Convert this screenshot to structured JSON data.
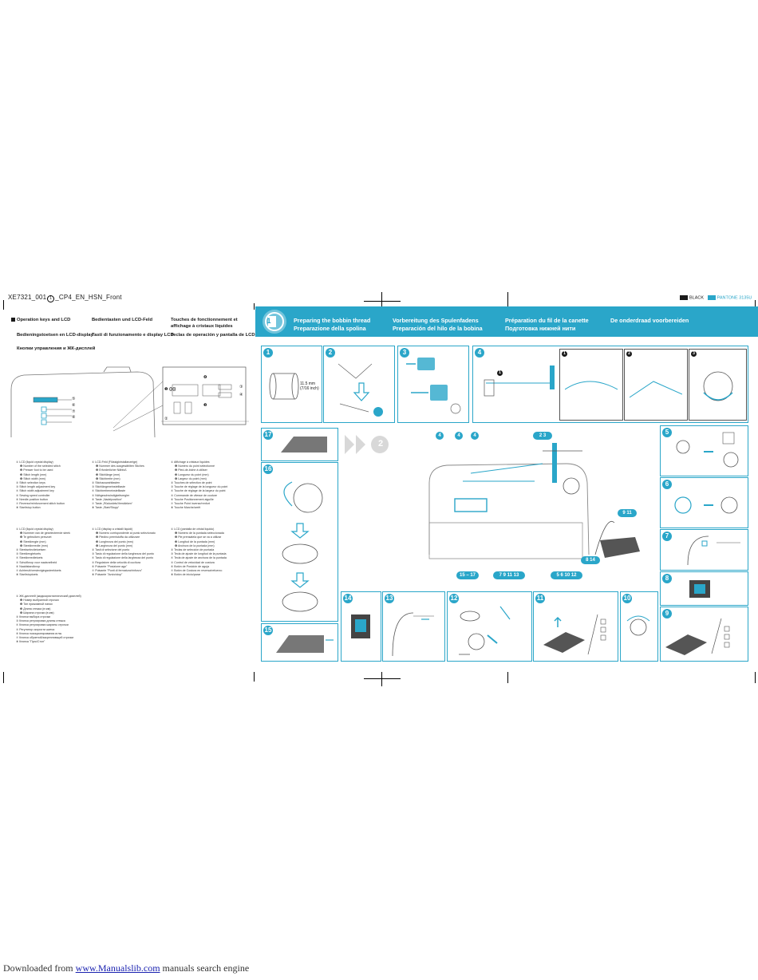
{
  "document": {
    "code": "XE7321_001",
    "code_circle": "1",
    "code_suffix": "_CP4_EN_HSN_Front",
    "color_black": "BLACK",
    "color_pantone": "PANTONE 3135U",
    "accent": "#2aa6c9"
  },
  "left": {
    "headings": {
      "en": "Operation keys and LCD",
      "de": "Bedientasten und LCD-Feld",
      "fr": "Touches de fonctionnement et affichage à cristaux liquides",
      "nl": "Bedieningstoetsen en LCD-display",
      "it": "Tasti di funzionamento e display LCD",
      "es": "Teclas de operación y pantalla de LCD",
      "ru": "Кнопки управления и ЖК-дисплей"
    },
    "lists": {
      "en": [
        "① LCD (liquid crystal display)",
        "❶ Number of the selected stitch",
        "❷ Presser foot to be used",
        "❸ Stitch length (mm)",
        "❹ Stitch width (mm)",
        "② Stitch selection keys",
        "③ Stitch length adjustment key",
        "④ Stitch width adjustment key",
        "⑤ Sewing speed controller",
        "⑥ Needle position button",
        "⑦ Reverse/reinforcement stitch button",
        "⑧ Start/stop button"
      ],
      "de": [
        "① LCD-Feld (Flüssigkristallanzeige)",
        "❶ Nummer des ausgewählten Stiches",
        "❷ Erforderlicher Nähfuß",
        "❸ Stichlänge (mm)",
        "❹ Stichbreite (mm)",
        "② Stichauswahltasten",
        "③ Stichlängeneinstelltaste",
        "④ Stichbreiteneinstelltaste",
        "⑤ Nähgeschwindigkeitsregler",
        "⑥ Taste „Nadelposition“",
        "⑦ Taste „Rückwärts/Verstärken“",
        "⑧ Taste „Start/Stopp“"
      ],
      "fr": [
        "① Affichage à cristaux liquides",
        "❶ Numéro du point sélectionné",
        "❷ Pied-de-biche à utiliser",
        "❸ Longueur du point (mm)",
        "❹ Largeur du point (mm)",
        "② Touches de sélection de point",
        "③ Touche de réglage de la longueur du point",
        "④ Touche de réglage de la largeur du point",
        "⑤ Commande de vitesse de couture",
        "⑥ Touche Positionnement aiguille",
        "⑦ Touche Point inverse/renfort",
        "⑧ Touche Marche/arrêt"
      ],
      "nl": [
        "① LCD (liquid crystal display)",
        "❶ Nummer van de geselecteerde steek",
        "❷ Te gebruiken persvoet",
        "❸ Steeklengte (mm)",
        "❹ Steekbreedte (mm)",
        "② Steekselectietoetsen",
        "③ Steeklengtetoets",
        "④ Steekbreedtetoets",
        "⑤ Schuifknop voor naaisnelheid",
        "⑥ Naaldstandknop",
        "⑦ Achteruit/verstevigingssteektoets",
        "⑧ Start/stoptoets"
      ],
      "it": [
        "① LCD (display a cristalli liquidi)",
        "❶ Numero corrispondente al punto selezionato",
        "❷ Piedino premistoffa da utilizzare",
        "❸ Lunghezza del punto (mm)",
        "❹ Larghezza del punto (mm)",
        "② Tasti di selezione del punto",
        "③ Tasto di regolazione della lunghezza del punto",
        "④ Tasto di regolazione della larghezza del punto",
        "⑤ Regolatore della velocità di cucitura",
        "⑥ Pulsante \"Posizione ago\"",
        "⑦ Pulsante \"Punti di fermatura/rinforzo\"",
        "⑧ Pulsante \"Avvio/stop\""
      ],
      "es": [
        "① LCD (pantalla de cristal líquido)",
        "❶ Número de la puntada seleccionada",
        "❷ Pie prensatela que se va a utilizar",
        "❸ Longitud de la puntada (mm)",
        "❹ Anchura de la puntada (mm)",
        "② Teclas de selección de puntada",
        "③ Tecla de ajuste de longitud de la puntada",
        "④ Tecla de ajuste de anchura de la puntada",
        "⑤ Control de velocidad de costura",
        "⑥ Botón de Posición de aguja",
        "⑦ Botón de Costura en reversa/refuerzo",
        "⑧ Botón de inicio/parar"
      ],
      "ru": [
        "① ЖК-дисплей (жидкокристаллический дисплей)",
        "❶ Номер выбранной строчки",
        "❷ Тип прижимной лапки",
        "❸ Длина стежка (в мм)",
        "❹ Ширина строчки (в мм)",
        "② Кнопки выбора строчки",
        "③ Кнопка регулировки длины стежка",
        "④ Кнопка регулировки ширины строчки",
        "⑤ Регулятор скорости шитья",
        "⑥ Кнопка позиционирования иглы",
        "⑦ Кнопка обратной/закрепляющей строчки",
        "⑧ Кнопка \"Пуск/Стоп\""
      ]
    },
    "lcd_digits": "00",
    "callouts": [
      "①",
      "②",
      "③",
      "④",
      "⑤",
      "⑥",
      "⑦",
      "⑧",
      "❶",
      "❷",
      "❸",
      "❹"
    ]
  },
  "right": {
    "titles": {
      "en": "Preparing the bobbin thread",
      "it": "Preparazione della spolina",
      "de": "Vorbereitung des Spulenfadens",
      "es": "Preparación del hilo de la bobina",
      "fr": "Préparation du fil de la canette",
      "ru": "Подготовка нижней нити",
      "nl": "De onderdraad voorbereiden"
    },
    "section_badge": "1",
    "next_badge": "2",
    "bobbin_dim": "11.5 mm",
    "bobbin_dim_inch": "(7/16 inch)",
    "panels": [
      "1",
      "2",
      "3",
      "4",
      "5",
      "6",
      "7",
      "8",
      "9",
      "10",
      "11",
      "12",
      "13",
      "14",
      "15",
      "16",
      "17"
    ],
    "sub_steps": [
      "1",
      "2",
      "3"
    ],
    "machine_callouts": {
      "top": [
        "4",
        "4",
        "4",
        "2 3"
      ],
      "right": [
        "9 11",
        "8 14"
      ],
      "bottom": [
        "15 – 17",
        "7 9 11 13",
        "5 6 10 12"
      ]
    }
  },
  "footer": {
    "prefix": "Downloaded from",
    "link": "www.Manualslib.com",
    "suffix": "manuals search engine"
  }
}
